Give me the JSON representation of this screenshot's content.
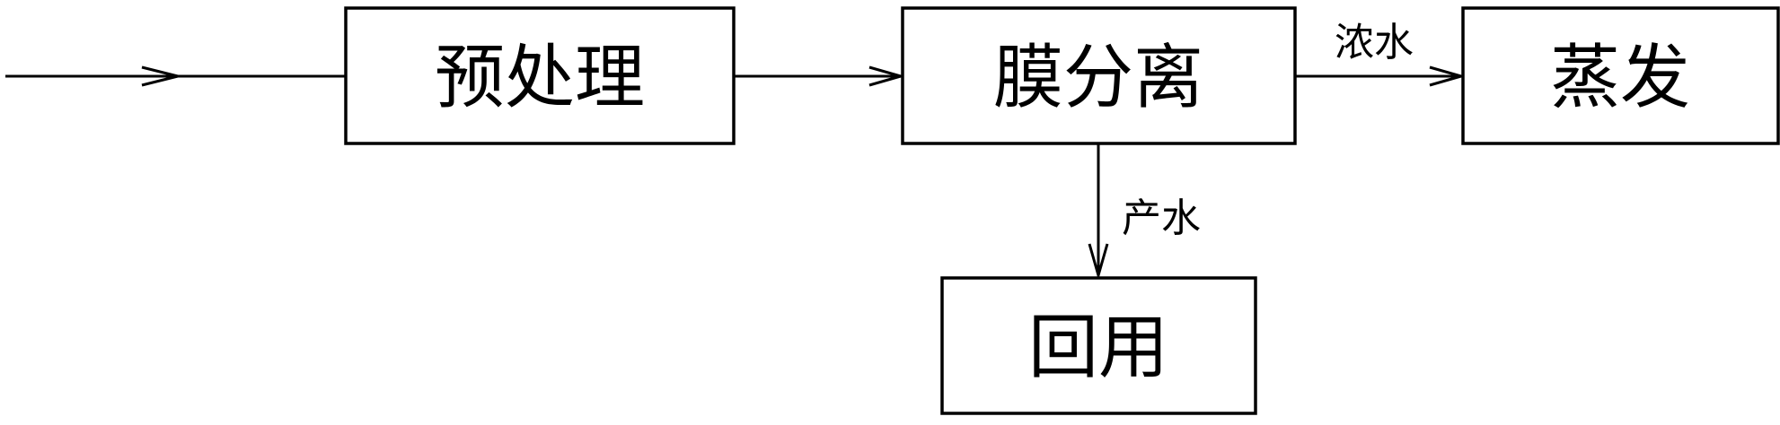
{
  "nodes": {
    "pretreatment": "预处理",
    "membrane_separation": "膜分离",
    "evaporation": "蒸发",
    "reuse": "回用"
  },
  "edges": {
    "concentrate": "浓水",
    "product_water": "产水"
  }
}
